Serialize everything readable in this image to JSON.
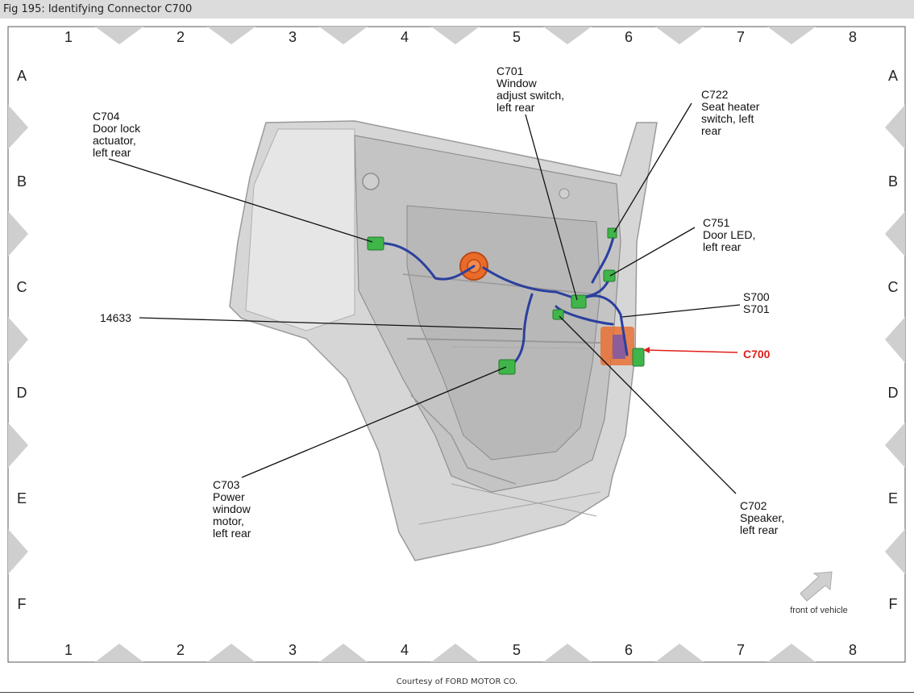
{
  "figure": {
    "title": "Fig 195: Identifying Connector C700",
    "courtesy": "Courtesy of FORD MOTOR CO."
  },
  "grid": {
    "columns": [
      "1",
      "2",
      "3",
      "4",
      "5",
      "6",
      "7",
      "8"
    ],
    "rows": [
      "A",
      "B",
      "C",
      "D",
      "E",
      "F"
    ]
  },
  "callouts": {
    "c704": [
      "C704",
      "Door lock",
      "actuator,",
      "left rear"
    ],
    "c701": [
      "C701",
      "Window",
      "adjust switch,",
      "left rear"
    ],
    "c722": [
      "C722",
      "Seat heater",
      "switch, left",
      "rear"
    ],
    "c751": [
      "C751",
      "Door LED,",
      "left rear"
    ],
    "s700": [
      "S700",
      "S701"
    ],
    "c700": "C700",
    "harness": "14633",
    "c703": [
      "C703",
      "Power",
      "window",
      "motor,",
      "left rear"
    ],
    "c702": [
      "C702",
      "Speaker,",
      "left rear"
    ]
  },
  "orientation": {
    "label": "front of vehicle",
    "icon": "arrow-icon"
  },
  "colors": {
    "highlight": "#e0201a",
    "connector": "#3fb54a",
    "harness": "#2b3f9e",
    "speaker": "#ea6a2a"
  }
}
